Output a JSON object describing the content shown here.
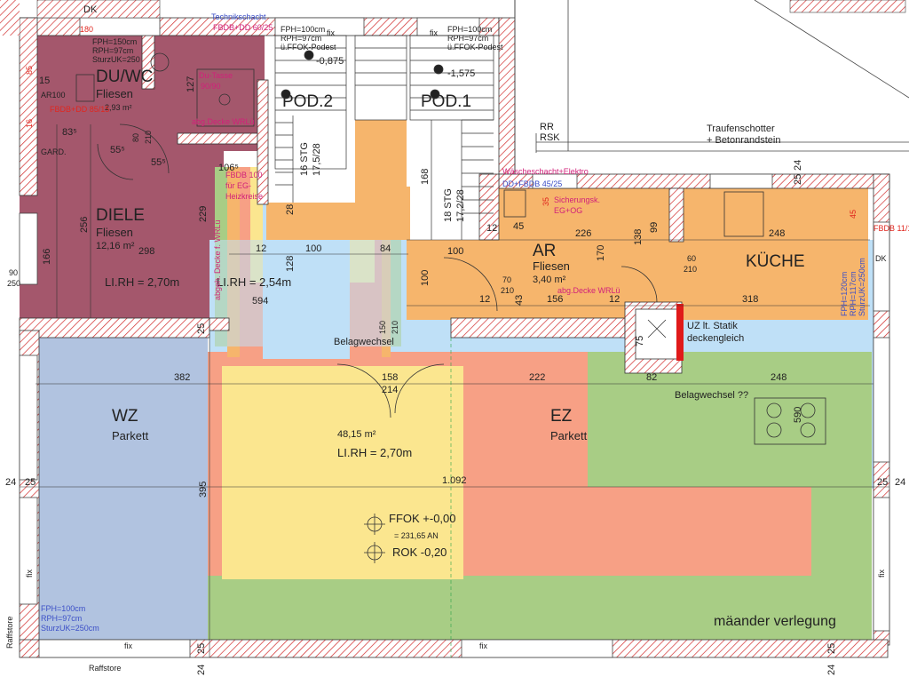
{
  "rooms": {
    "duwc": {
      "name": "DU/WC",
      "floor": "Fliesen",
      "area": "2,93 m²"
    },
    "diele": {
      "name": "DIELE",
      "floor": "Fliesen",
      "area": "12,16 m²",
      "rh": "LI.RH = 2,70m"
    },
    "pod2": {
      "name": "POD.2",
      "level": "-0,875"
    },
    "pod1": {
      "name": "POD.1",
      "level": "-1,575"
    },
    "ar": {
      "name": "AR",
      "floor": "Fliesen",
      "area": "3,40 m²"
    },
    "kueche": {
      "name": "KÜCHE"
    },
    "wz": {
      "name": "WZ",
      "floor": "Parkett"
    },
    "ez": {
      "name": "EZ",
      "floor": "Parkett"
    },
    "main": {
      "area": "48,15 m²",
      "rh": "LI.RH = 2,70m"
    },
    "stair": {
      "rh": "LI.RH = 2,54m"
    }
  },
  "labels": {
    "dk": "DK",
    "dk2": "DK",
    "fix": "fix",
    "traufen1": "Traufenschotter",
    "traufen2": "+ Betonrandstein",
    "rr": "RR",
    "rsk": "RSK",
    "mander": "mäander verlegung",
    "belag1": "Belagwechsel",
    "belag2": "Belagwechsel ??",
    "uz1": "UZ lt. Statik",
    "uz2": "deckengleich",
    "ffok": "FFOK +-0,00",
    "ffok_an": "= 231,65 AN",
    "rok": "ROK -0,20",
    "raffstore": "Raffstore",
    "stg16": "16 STG",
    "stg16b": "17,5/28",
    "stg18": "18 STG",
    "stg18b": "17,2/28",
    "wz_fph": "FPH=100cm",
    "wz_rph": "RPH=97cm",
    "wz_sturz": "SturzUK=250cm",
    "k_fph": "FPH=120cm",
    "k_rph": "RPH=117cm",
    "k_sturz": "SturzUK=250cm",
    "ga_fph": "FPH=150cm",
    "ga_rph": "RPH=97cm",
    "ga_sturz": "SturzUK=250",
    "pod_fph": "FPH=100cm",
    "pod_rph": "RPH=97cm",
    "pod_ufok": "ü.FFOK-Podest",
    "techn": "Technikschacht",
    "fbdb_dd": "FBDB+DD 60/25",
    "dutasse": "Du-Tasse",
    "dutasse_dim": "90/90",
    "abg_decke": "abg.Decke WRLü",
    "abg_decke2": "abg.Decke WRLü",
    "fbdb_ar": "FBDB+DD 85/15",
    "waesche": "Wäscheschacht+Elektro",
    "waesche2": "DD+FBDB 45/25",
    "sicherung": "Sicherungsk.",
    "sicherung2": "EG+OG",
    "fbdb_r": "FBDB 11/1",
    "abgdecke_v": "abgeh. Decke f. WRLü",
    "ar100": "AR100",
    "gard": "GARD.",
    "fbdb_eg": "FBDB 100",
    "fbdb_eg2": "für EG-",
    "fbdb_eg3": "Heizkreise"
  },
  "dims": {
    "d382": "382",
    "d158": "158",
    "d214": "214",
    "d222": "222",
    "d82": "82",
    "d248a": "248",
    "d395": "395",
    "d1092": "1.092",
    "d594": "594",
    "d100a": "100",
    "d84": "84",
    "d12": "12",
    "d128": "128",
    "d256": "256",
    "d166": "166",
    "d298": "298",
    "d226": "226",
    "d248b": "248",
    "d318": "318",
    "d156": "156",
    "d170": "170",
    "d138": "138",
    "d99": "99",
    "d24": "24",
    "d25": "25",
    "d106": "106⁵",
    "d229": "229",
    "d83": "83⁵",
    "d55a": "55⁵",
    "d55b": "55⁵",
    "d127": "127",
    "d180": "180",
    "d85": "85",
    "d15": "15",
    "d16": "16",
    "d45": "45",
    "d35": "35",
    "d590": "590",
    "d75": "75",
    "d70": "70",
    "d210": "210",
    "d60": "60",
    "d43": "43",
    "d168": "168",
    "d28": "28",
    "d150": "150",
    "d90": "90",
    "d250": "250",
    "d80": "80"
  },
  "colors": {
    "maroon": "#a4576c",
    "orange": "#f6b56c",
    "blue_gray": "#b1c3e0",
    "light_blue": "#bfe0f7",
    "yellow": "#fbe68f",
    "salmon": "#f7a085",
    "green": "#a8cd85",
    "mid_blue": "#cadcf0",
    "wall_hatch": "#d12b2b",
    "magenta": "#d1217a",
    "purple": "#5b2b8c",
    "red_mark": "#e01a1a"
  }
}
